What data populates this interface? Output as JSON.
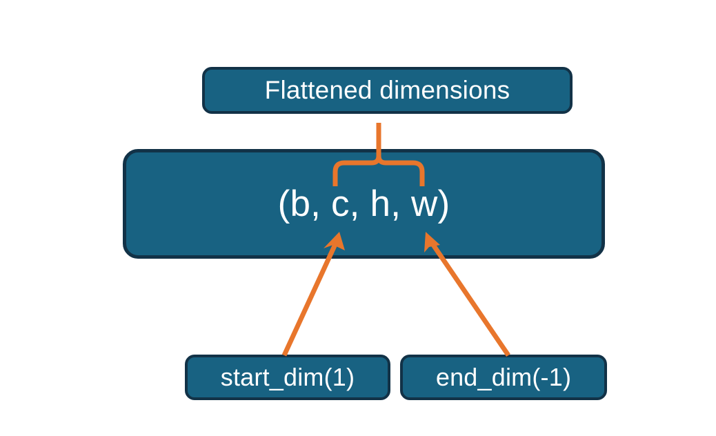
{
  "diagram": {
    "title_node": {
      "label": "Flattened dimensions",
      "name": "flattened-dimensions-box"
    },
    "tensor_node": {
      "label": "(b, c, h, w)",
      "name": "tensor-shape-box"
    },
    "param_nodes": [
      {
        "label": "start_dim(1)",
        "name": "start-dim-box"
      },
      {
        "label": "end_dim(-1)",
        "name": "end-dim-box"
      }
    ],
    "connectors": [
      {
        "name": "flatten-range-brace",
        "kind": "curly-brace",
        "from": "tensor-shape-box",
        "to": "flattened-dimensions-box"
      },
      {
        "name": "start-dim-arrow",
        "kind": "arrow",
        "from": "start-dim-box",
        "to": "tensor-shape-box"
      },
      {
        "name": "end-dim-arrow",
        "kind": "arrow",
        "from": "end-dim-box",
        "to": "tensor-shape-box"
      }
    ],
    "colors": {
      "background": "#ffffff",
      "node_fill": "#186282",
      "node_border": "#123247",
      "node_text": "#ffffff",
      "connector": "#E8762C"
    }
  }
}
